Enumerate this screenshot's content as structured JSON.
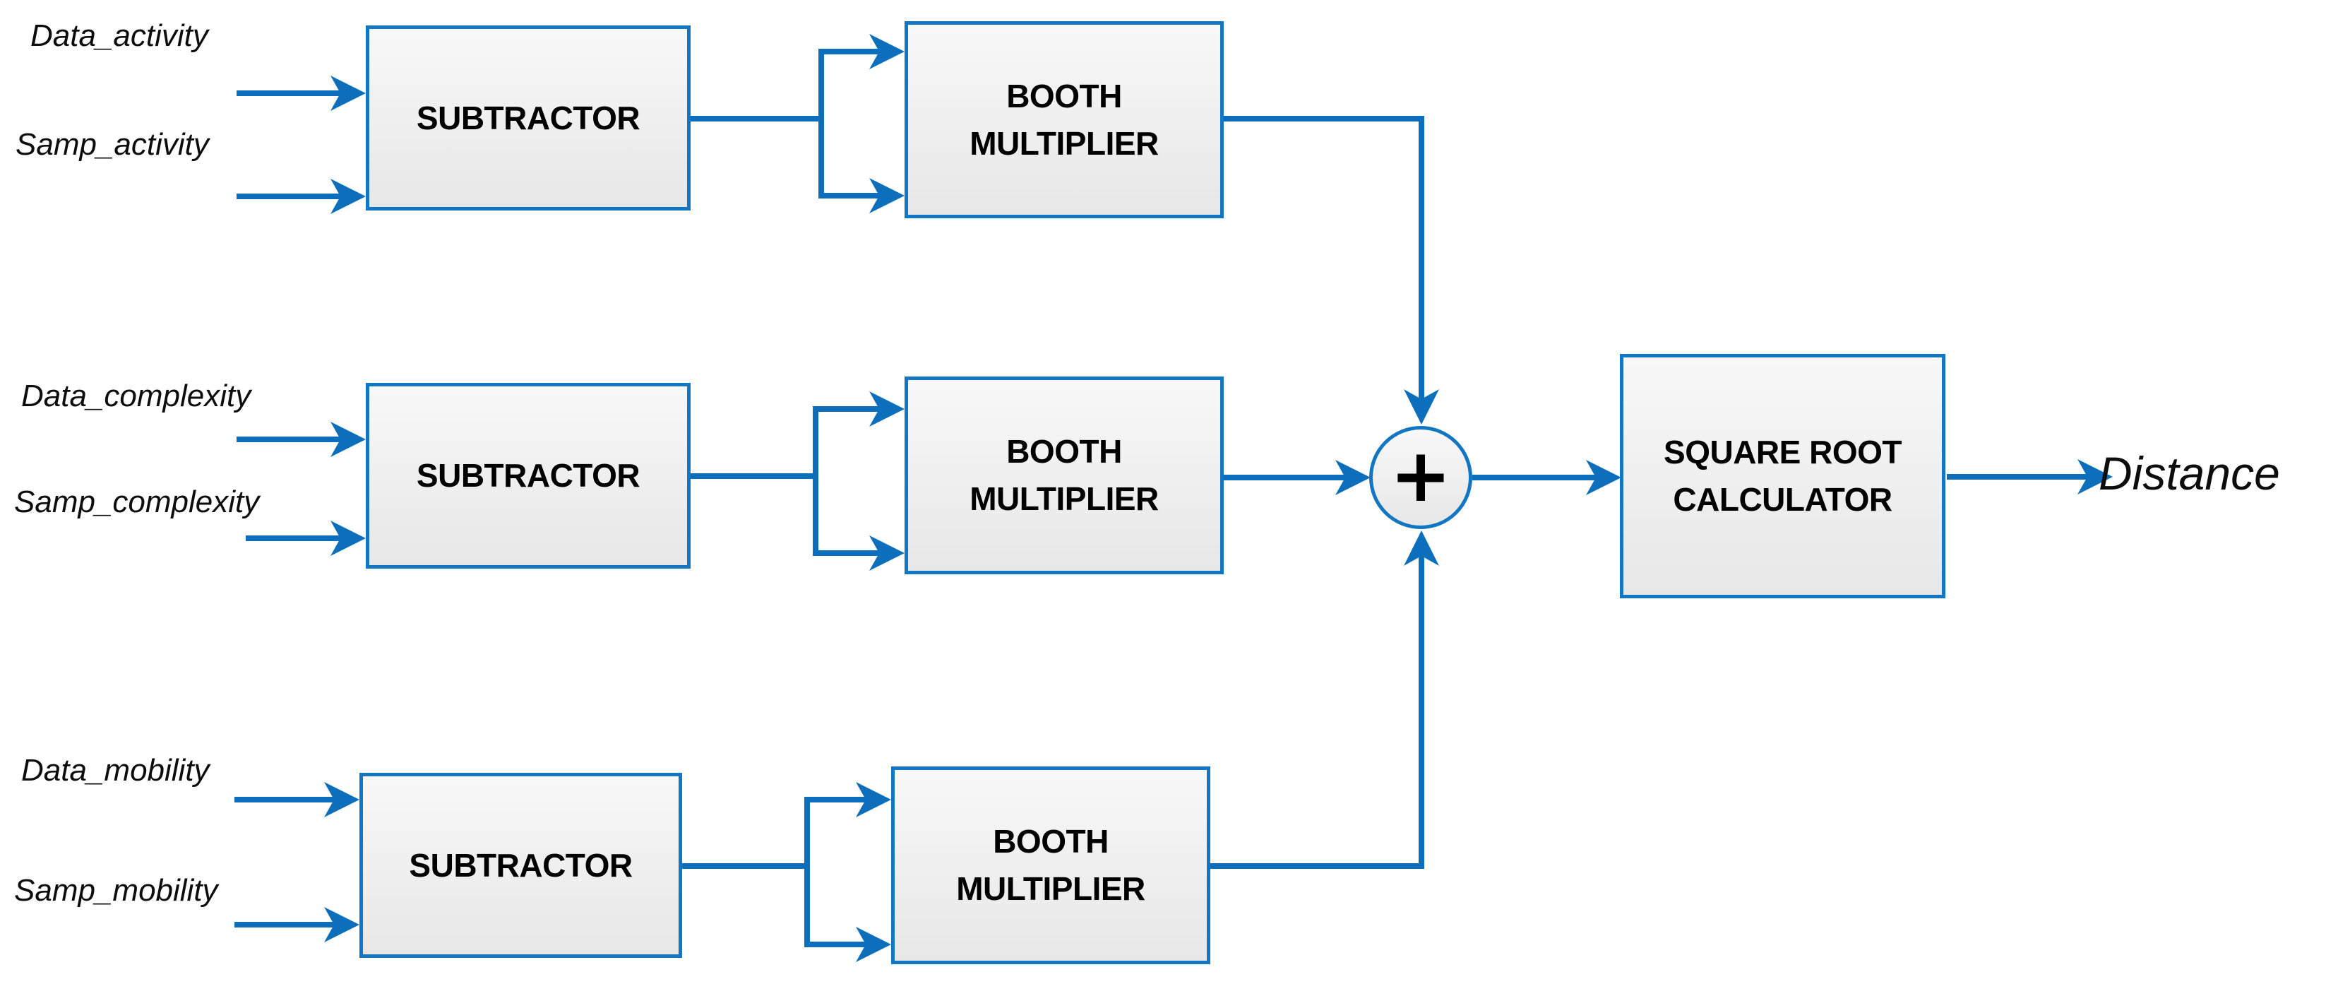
{
  "diagram": {
    "rows": [
      {
        "input1": "Data_activity",
        "input2": "Samp_activity",
        "subtractor_label": "SUBTRACTOR",
        "multiplier_line1": "BOOTH",
        "multiplier_line2": "MULTIPLIER"
      },
      {
        "input1": "Data_complexity",
        "input2": "Samp_complexity",
        "subtractor_label": "SUBTRACTOR",
        "multiplier_line1": "BOOTH",
        "multiplier_line2": "MULTIPLIER"
      },
      {
        "input1": "Data_mobility",
        "input2": "Samp_mobility",
        "subtractor_label": "SUBTRACTOR",
        "multiplier_line1": "BOOTH",
        "multiplier_line2": "MULTIPLIER"
      }
    ],
    "adder_symbol": "+",
    "sqrt_line1": "SQUARE ROOT",
    "sqrt_line2": "CALCULATOR",
    "output_label": "Distance",
    "colors": {
      "line_blue": "#0d6fbb",
      "box_border": "#1276c2",
      "box_fill_top": "#f8f8f8",
      "box_fill_bottom": "#e7e7e7",
      "shadow_dot": "#c6c6c6",
      "text_color": "#000000"
    }
  }
}
